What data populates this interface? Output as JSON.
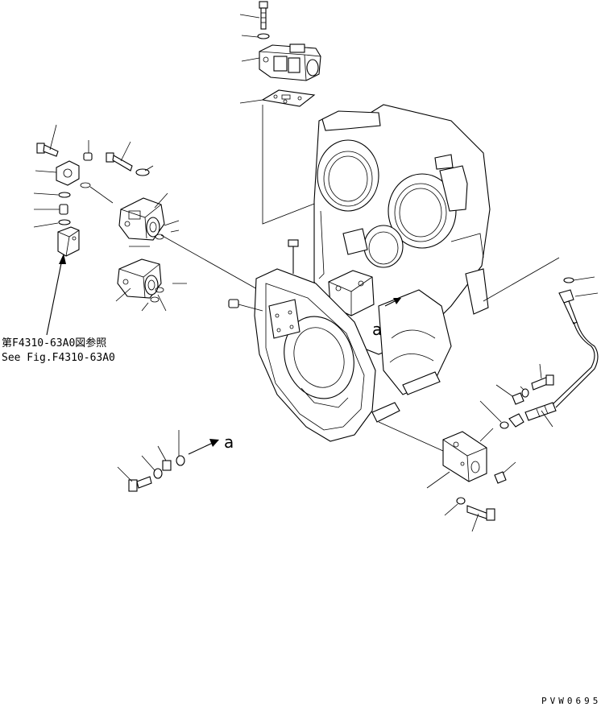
{
  "reference_note": {
    "line_jp": "第F4310-63A0図参照",
    "line_en": "See Fig.F4310-63A0"
  },
  "view_label_a": "a",
  "arrow_label_a": "a",
  "drawing_code": "PVW0695"
}
